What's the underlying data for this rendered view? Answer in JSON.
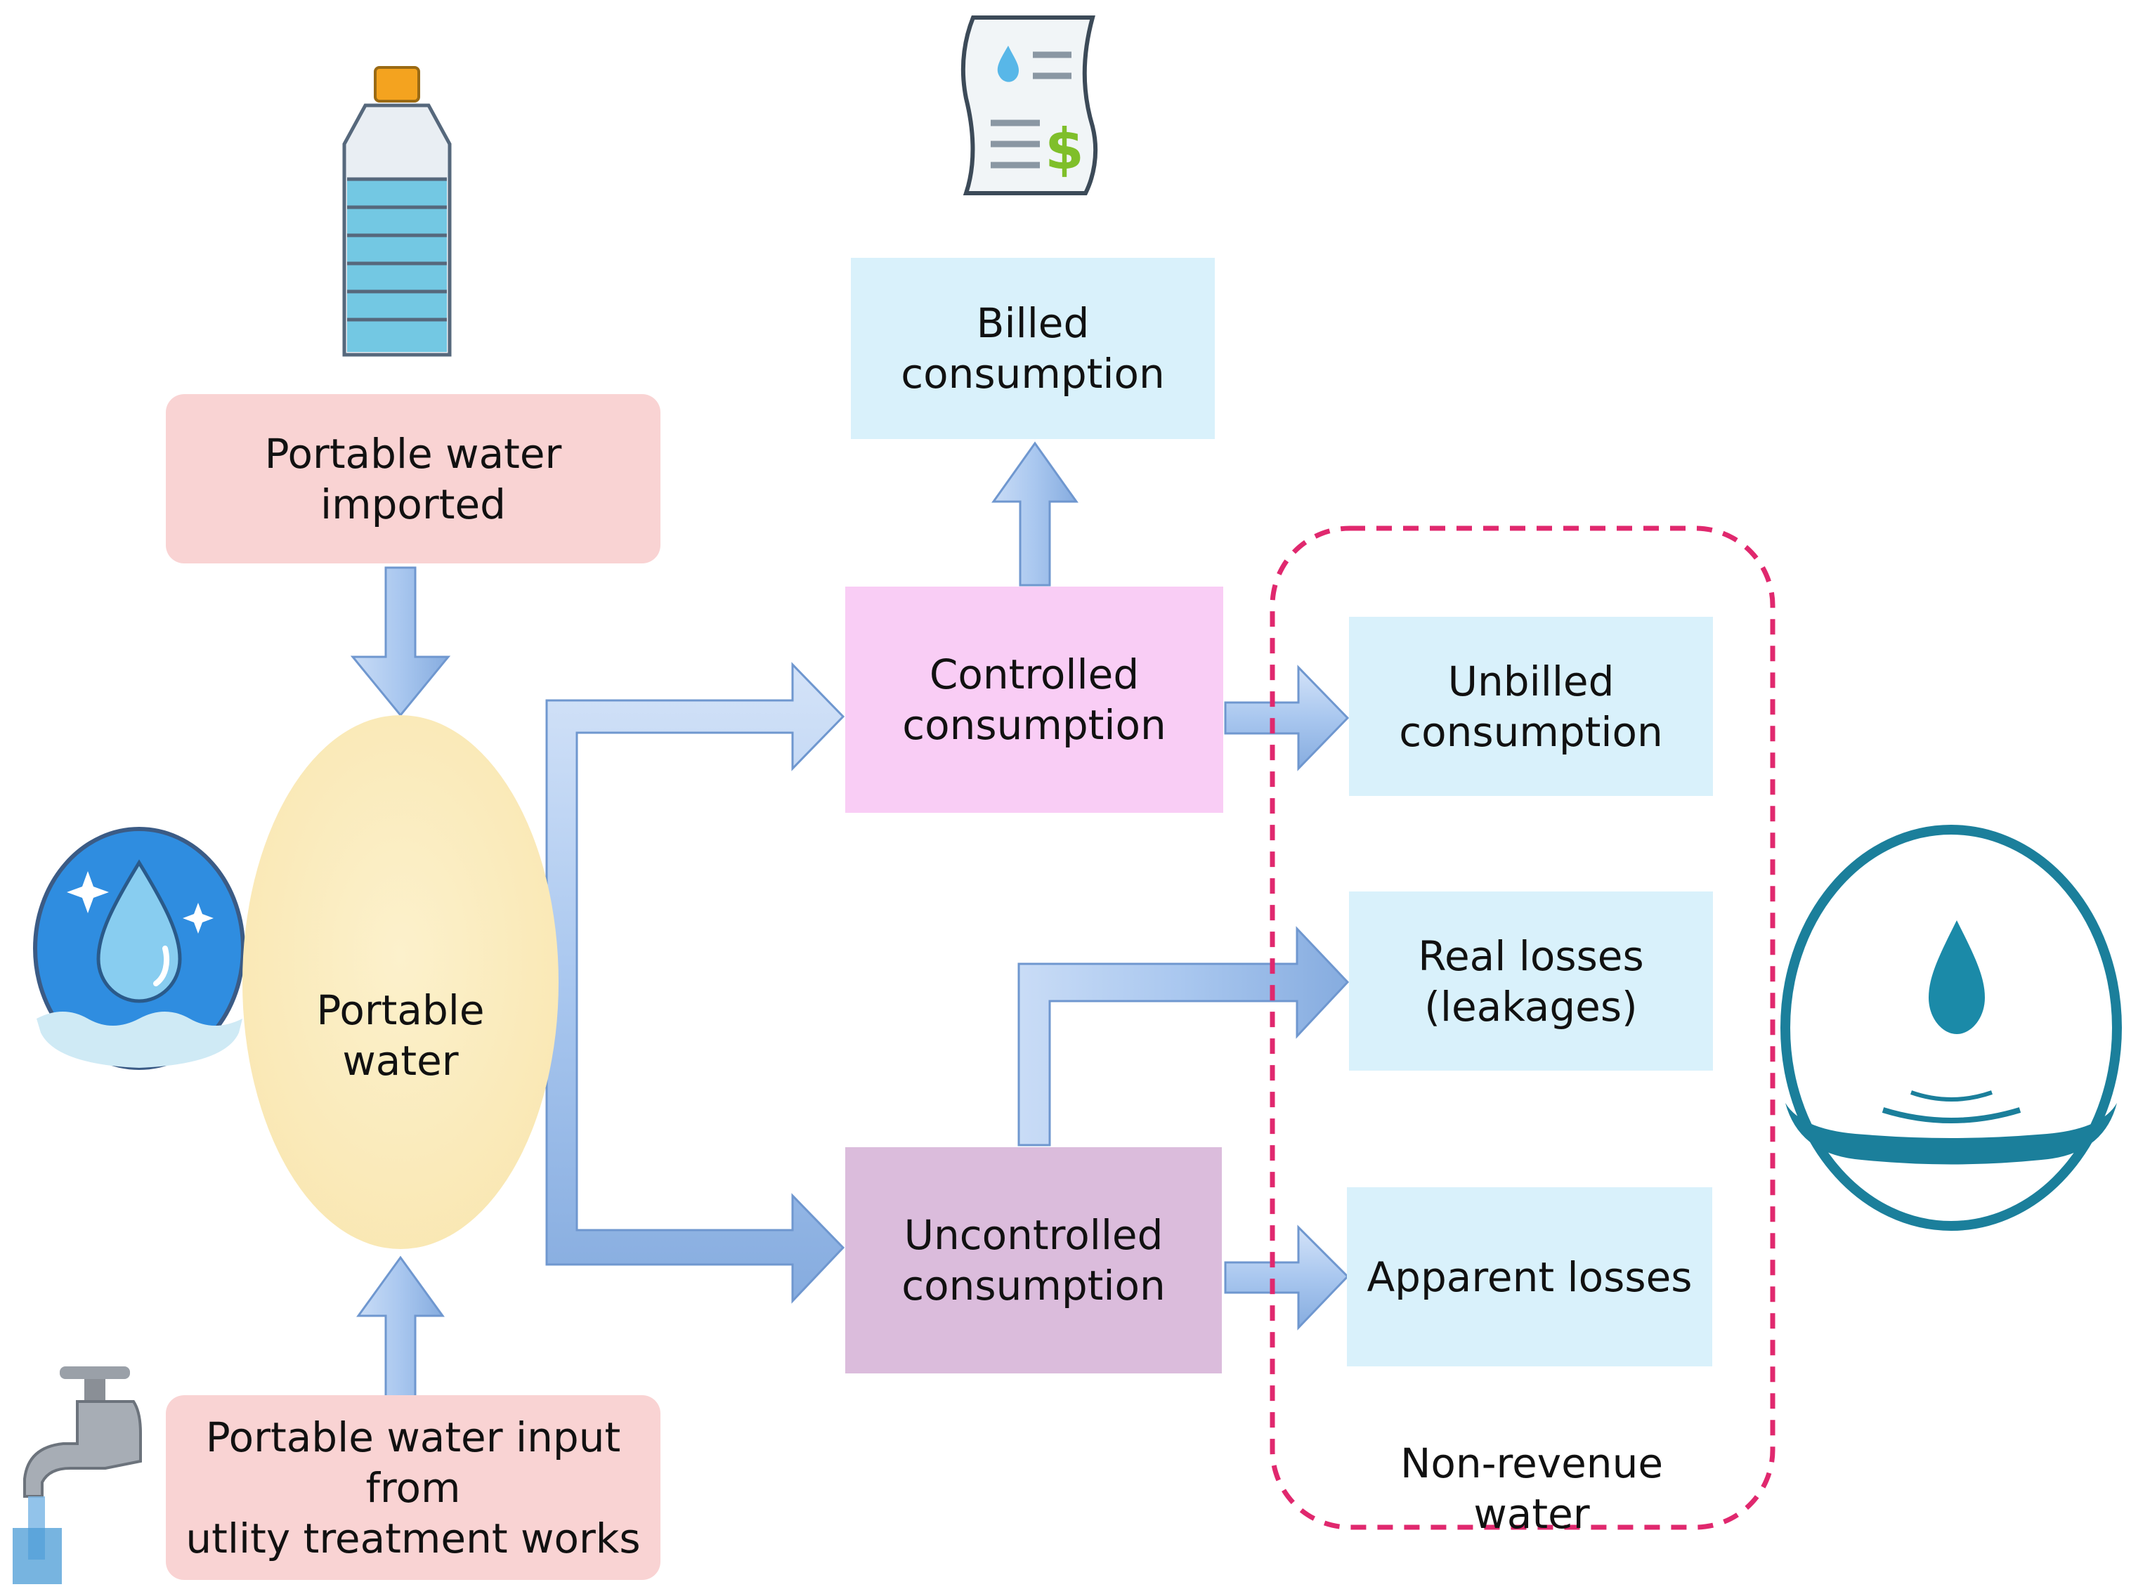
{
  "nodes": {
    "imported": "Portable water imported",
    "portable_water": "Portable\nwater",
    "treatment_input": "Portable water input from\nutlity treatment works",
    "billed": "Billed\nconsumption",
    "controlled": "Controlled\nconsumption",
    "uncontrolled": "Uncontrolled\nconsumption",
    "unbilled": "Unbilled\nconsumption",
    "real_losses": "Real losses\n(leakages)",
    "apparent_losses": "Apparent losses"
  },
  "group": {
    "non_revenue_label": "Non-revenue\nwater",
    "border_color": "#e0286e"
  },
  "icons": {
    "bottle": "water-bottle-icon",
    "bill": "water-bill-icon",
    "drop_badge": "water-drop-badge-icon",
    "tap": "water-tap-icon",
    "drop_circle": "drop-ripple-icon"
  },
  "colors": {
    "arrow": "#9cc0ec",
    "pink_box": "#f9d3d3",
    "blue_box": "#d9f1fb",
    "controlled_box": "#f9cdf5",
    "uncontrolled_box": "#dbbcdc",
    "ellipse": "#fbeec3"
  }
}
